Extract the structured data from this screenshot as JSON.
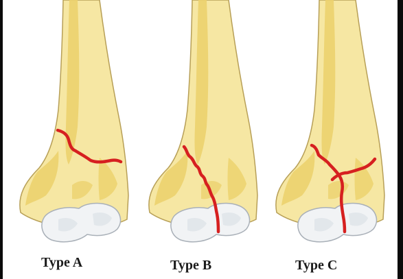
{
  "labels": {
    "type_a": "Type A",
    "type_b": "Type B",
    "type_c": "Type C"
  },
  "colors": {
    "bone": "#f6e7a3",
    "bone_shade": "#ecd26e",
    "bone_outline": "#b79f57",
    "cartilage": "#f1f3f5",
    "fracture_line": "#d62020",
    "label_text": "#1a1a1a"
  }
}
